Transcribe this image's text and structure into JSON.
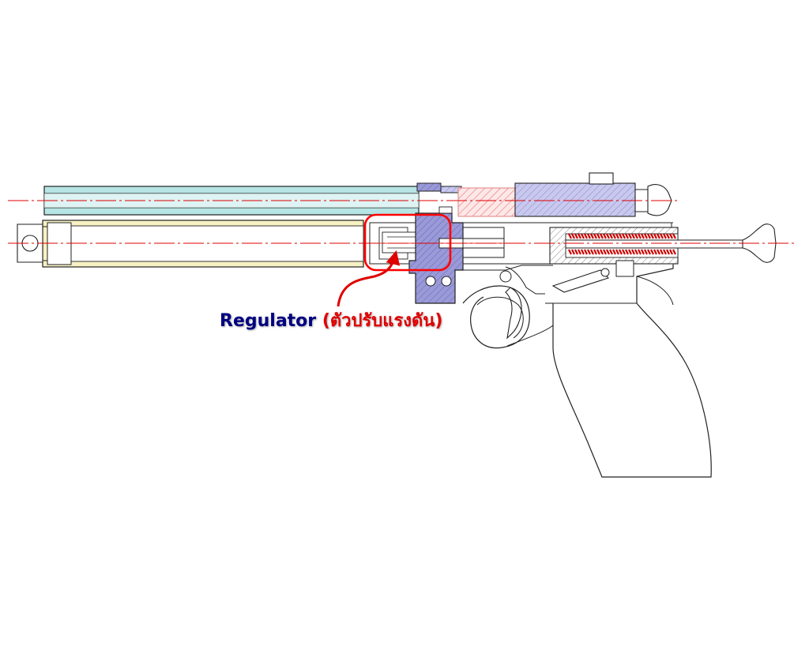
{
  "diagram": {
    "kind": "cutaway cross-section drawing of an air pistol",
    "callout": {
      "label_en": "Regulator",
      "open_paren": "(",
      "label_th": "ตัวปรับแรงดัน",
      "close_paren": ")"
    },
    "colors": {
      "outline": "#222222",
      "centerline": "#e00000",
      "barrel_fill": "#b7e4e4",
      "air_tube_fill": "#f7f1c4",
      "machined_part_fill": "#9a9ad8",
      "hatch_red": "#f08080",
      "spring": "#cc0000",
      "callout_box": "#ff0000",
      "label_en_color": "#000080",
      "label_th_color": "#e00000"
    },
    "parts": [
      "barrel",
      "air-reservoir-tube",
      "regulator",
      "regulator-body",
      "breech-block",
      "hammer-spring",
      "cocking-knob",
      "trigger",
      "trigger-guard",
      "grip"
    ]
  }
}
